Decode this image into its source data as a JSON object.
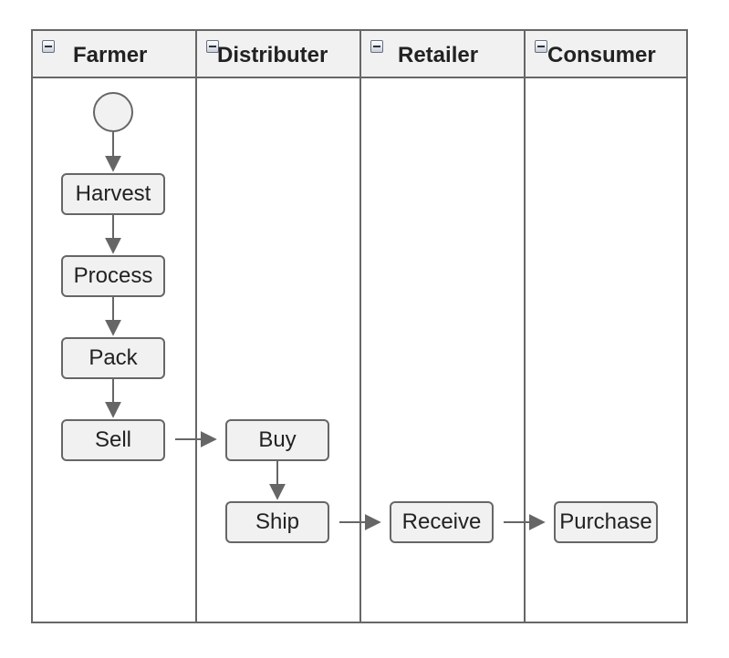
{
  "lanes": [
    {
      "id": "farmer",
      "title": "Farmer",
      "icon": "collapse-icon"
    },
    {
      "id": "distributer",
      "title": "Distributer",
      "icon": "collapse-icon"
    },
    {
      "id": "retailer",
      "title": "Retailer",
      "icon": "collapse-icon"
    },
    {
      "id": "consumer",
      "title": "Consumer",
      "icon": "collapse-icon"
    }
  ],
  "nodes": {
    "harvest": "Harvest",
    "process": "Process",
    "pack": "Pack",
    "sell": "Sell",
    "buy": "Buy",
    "ship": "Ship",
    "receive": "Receive",
    "purchase": "Purchase"
  },
  "edges": [
    {
      "from": "start",
      "to": "harvest"
    },
    {
      "from": "harvest",
      "to": "process"
    },
    {
      "from": "process",
      "to": "pack"
    },
    {
      "from": "pack",
      "to": "sell"
    },
    {
      "from": "sell",
      "to": "buy"
    },
    {
      "from": "buy",
      "to": "ship"
    },
    {
      "from": "ship",
      "to": "receive"
    },
    {
      "from": "receive",
      "to": "purchase"
    }
  ],
  "colors": {
    "stroke": "#666666",
    "fill": "#f1f1f1",
    "text": "#222222"
  }
}
